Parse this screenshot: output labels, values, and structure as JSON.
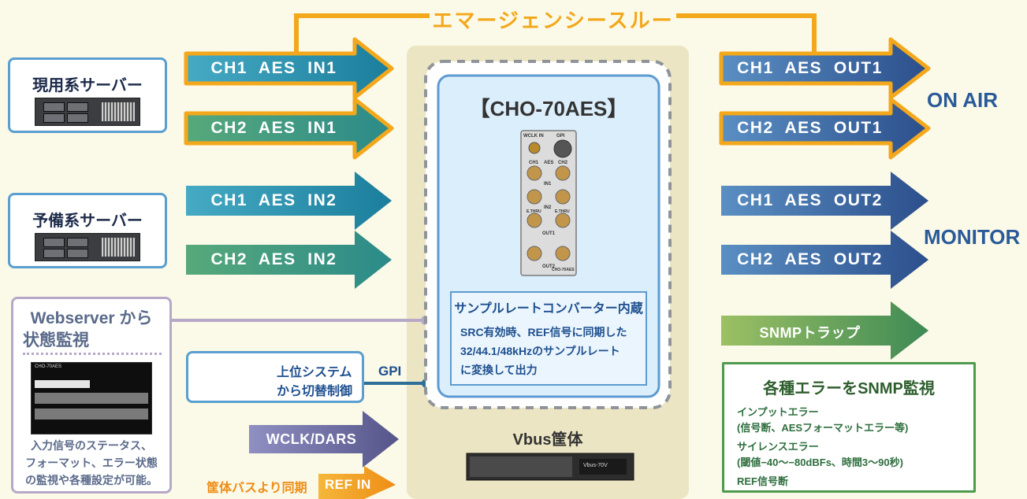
{
  "emergency_label": "エマージェンシースルー",
  "servers": {
    "main": "現用系サーバー",
    "backup": "予備系サーバー"
  },
  "inputs": {
    "ch1_in1": "CH1  AES  IN1",
    "ch2_in1": "CH2  AES  IN1",
    "ch1_in2": "CH1  AES  IN2",
    "ch2_in2": "CH2  AES  IN2"
  },
  "outputs": {
    "ch1_out1": "CH1  AES  OUT1",
    "ch2_out1": "CH2  AES  OUT1",
    "ch1_out2": "CH1  AES  OUT2",
    "ch2_out2": "CH2  AES  OUT2"
  },
  "on_air": "ON AIR",
  "monitor": "MONITOR",
  "device": {
    "title": "【CHO-70AES】",
    "panel": {
      "wclk": "WCLK IN",
      "gpi": "GPI",
      "ch1": "CH1",
      "aes": "AES",
      "ch2": "CH2",
      "in1": "IN1",
      "in2": "IN2",
      "ethru": "E.THRU",
      "out1": "OUT1",
      "out2": "OUT2",
      "model": "CHO-70AES"
    },
    "src_title": "サンプルレートコンバーター内蔵",
    "src_lines": [
      "SRC有効時、REF信号に同期した",
      "32/44.1/48kHzのサンプルレート",
      "に変換して出力"
    ]
  },
  "webserver": {
    "title_line1": "Webserver から",
    "title_line2": "状態監視",
    "screenshot_title": "CHO-70AES",
    "desc_lines": [
      "入力信号のステータス、",
      "フォーマット、エラー状態",
      "の監視や各種設定が可能。"
    ]
  },
  "control": {
    "line1": "上位システム",
    "line2": "から切替制御",
    "gpi": "GPI"
  },
  "wclk": "WCLK/DARS",
  "sync_label": "筐体バスより同期",
  "refin": "REF IN",
  "vbus": {
    "title": "Vbus筐体",
    "model": "Vbus-70V"
  },
  "snmp_trap": "SNMPトラップ",
  "snmp_box": {
    "title": "各種エラーをSNMP監視",
    "items": [
      "インプットエラー",
      "(信号断、AESフォーマットエラー等)",
      "サイレンスエラー",
      "(閾値−40〜−80dBFs、時間3〜90秒)",
      "REF信号断"
    ]
  },
  "colors": {
    "orange": "#f3a81c",
    "teal": "#2293b0",
    "green": "#4b9a70",
    "blue": "#2f5d99",
    "purple": "#6b6fa4",
    "snmp_green": "#4d9a4d"
  }
}
